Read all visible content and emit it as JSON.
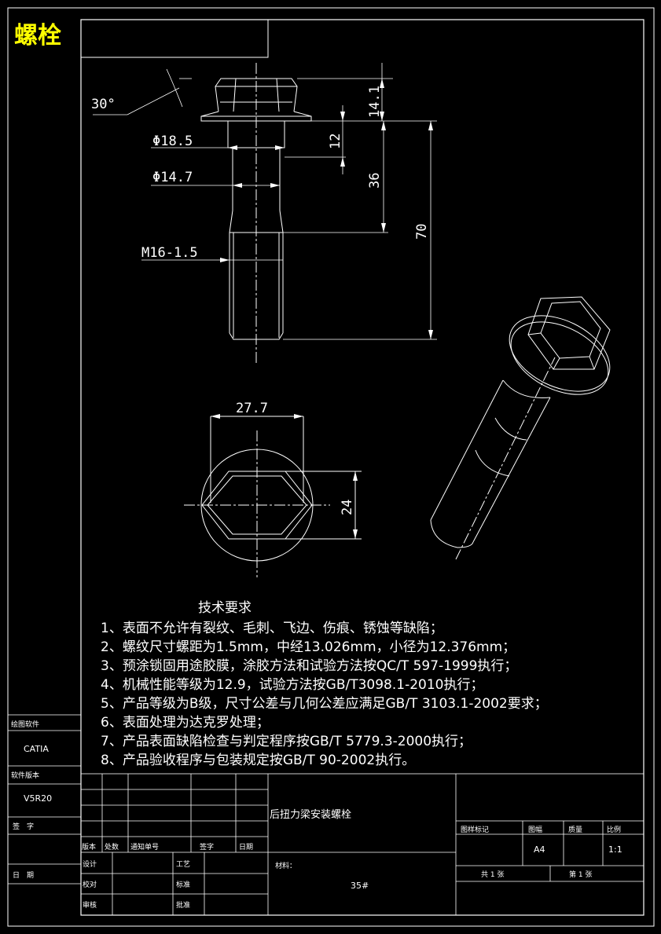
{
  "title": "螺栓",
  "dims": {
    "angle": "30°",
    "flange_dia": "Φ18.5",
    "shank_dia": "Φ14.7",
    "thread": "M16-1.5",
    "head_height": "14.1",
    "flange_len": "12",
    "shank_len": "36",
    "total_len": "70",
    "across_corners": "27.7",
    "across_flats": "24"
  },
  "tech": {
    "heading": "技术要求",
    "items": [
      "1、表面不允许有裂纹、毛刺、飞边、伤痕、锈蚀等缺陷；",
      "2、螺纹尺寸螺距为1.5mm，中经13.026mm，小径为12.376mm；",
      "3、预涂锁固用途胶膜，涂胶方法和试验方法按QC/T 597-1999执行；",
      "4、机械性能等级为12.9，试验方法按GB/T3098.1-2010执行；",
      "5、产品等级为B级，尺寸公差与几何公差应满足GB/T 3103.1-2002要求；",
      "6、表面处理为达克罗处理；",
      "7、产品表面缺陷检查与判定程序按GB/T 5779.3-2000执行；",
      "8、产品验收程序与包装规定按GB/T 90-2002执行。"
    ]
  },
  "side_block": {
    "software_label": "绘图软件",
    "software": "CATIA",
    "version_label": "软件版本",
    "version": "V5R20",
    "sign_label": "签　字",
    "date_label": "日　期"
  },
  "title_block": {
    "part_name": "后扭力梁安装螺栓",
    "rev_headers": [
      "版本",
      "处数",
      "通知单号",
      "签字",
      "日期"
    ],
    "roles": [
      "设计",
      "校对",
      "审核"
    ],
    "roles2": [
      "工艺",
      "标准",
      "批准"
    ],
    "material_label": "材料：",
    "material": "35#",
    "drawing_mark": "图样标记",
    "sheet_size_label": "图幅",
    "weight_label": "质量",
    "scale_label": "比例",
    "sheet_size": "A4",
    "scale": "1:1",
    "total_sheets": "共 1 张",
    "sheet_no": "第 1 张"
  },
  "colors": {
    "title": "#ffff00",
    "lines": "#ffffff",
    "background": "#000000"
  }
}
